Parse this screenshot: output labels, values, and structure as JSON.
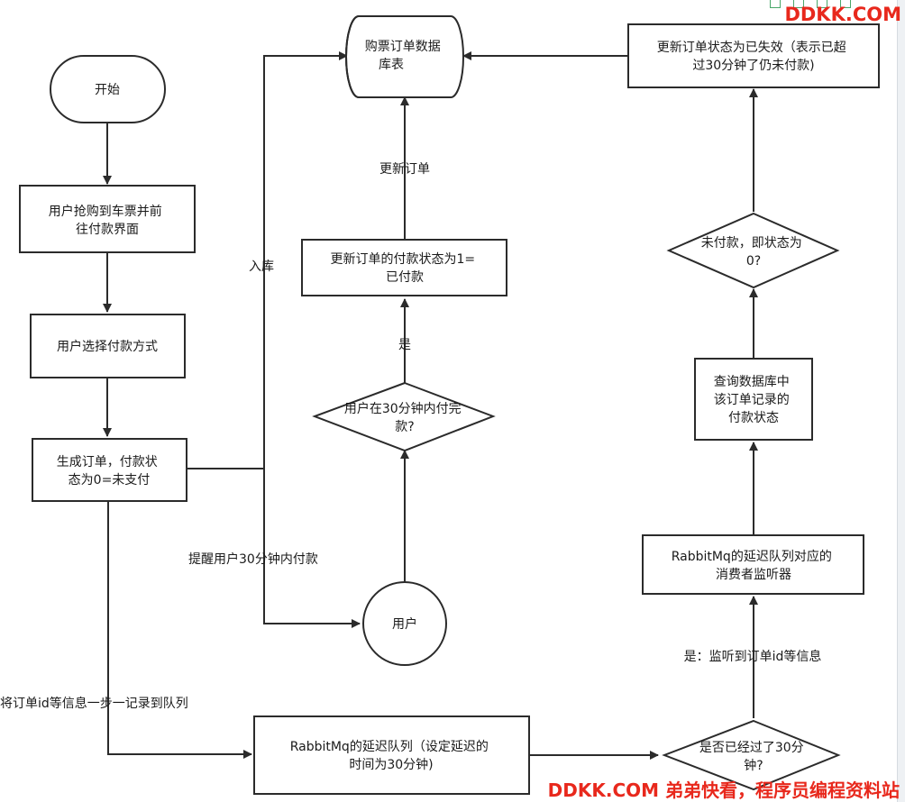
{
  "watermark": {
    "top": "DDKK.COM",
    "bottom": "DDKK.COM 弟弟快看，程序员编程资料站"
  },
  "nodes": {
    "start": [
      "开始"
    ],
    "grab_ticket": [
      "用户抢购到车票并前",
      "往付款界面"
    ],
    "choose_payment": [
      "用户选择付款方式"
    ],
    "create_order": [
      "生成订单，付款状",
      "态为0=未支付"
    ],
    "database": [
      "购票订单数据",
      "库表"
    ],
    "set_paid": [
      "更新订单的付款状态为1=",
      "已付款"
    ],
    "paid_decision": [
      "用户在30分钟内付完",
      "款?"
    ],
    "user": [
      "用户"
    ],
    "rabbit_queue": [
      "RabbitMq的延迟队列（设定延迟的",
      "时间为30分钟)"
    ],
    "timeout_decision": [
      "是否已经过了30分",
      "钟?"
    ],
    "listener": [
      "RabbitMq的延迟队列对应的",
      "消费者监听器"
    ],
    "query_status": [
      "查询数据库中",
      "该订单记录的",
      "付款状态"
    ],
    "unpaid_decision": [
      "未付款，即状态为",
      "0?"
    ],
    "set_expired": [
      "更新订单状态为已失效（表示已超",
      "过30分钟了仍未付款)"
    ]
  },
  "edges": {
    "store": "入库",
    "update_order": "更新订单",
    "yes_paid": "是",
    "remind": "提醒用户30分钟内付款",
    "record_queue": "将订单id等信息一步一记录到队列",
    "yes_listen": "是：监听到订单id等信息"
  },
  "colors": {
    "stroke": "#2b2b2b",
    "text": "#1a1a1a",
    "watermark": "#e8281c"
  }
}
